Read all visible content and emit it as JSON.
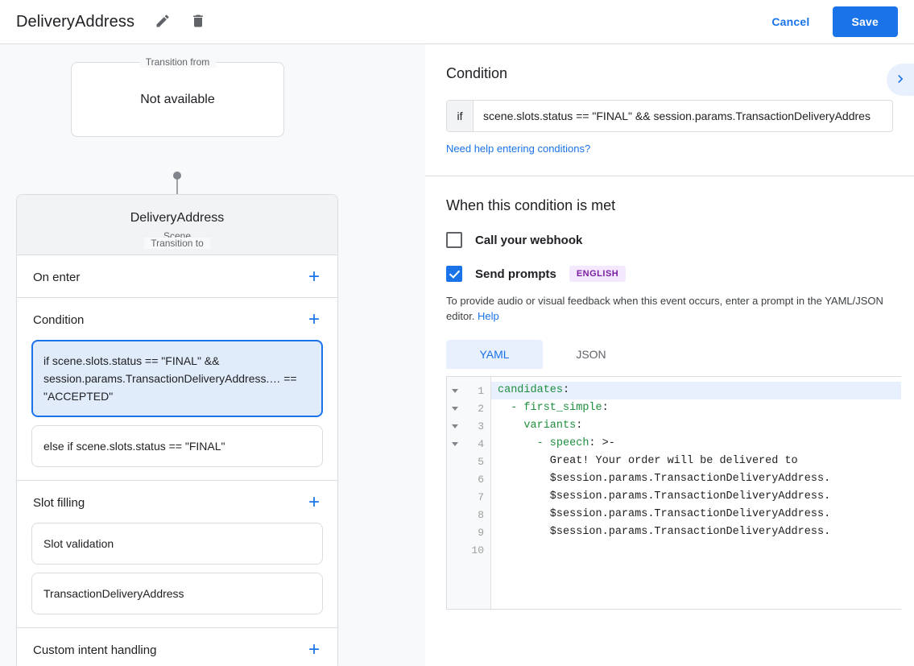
{
  "topbar": {
    "title": "DeliveryAddress",
    "edit_icon": "pencil-icon",
    "delete_icon": "trash-icon",
    "cancel_label": "Cancel",
    "save_label": "Save",
    "accent_color": "#1a73e8"
  },
  "left": {
    "transition_from": {
      "legend": "Transition from",
      "value": "Not available"
    },
    "transition_to": {
      "legend": "Transition to",
      "name": "DeliveryAddress",
      "type": "Scene"
    },
    "sections": [
      {
        "title": "On enter",
        "add_label": "+",
        "items": []
      },
      {
        "title": "Condition",
        "add_label": "+",
        "items": [
          {
            "text": "if scene.slots.status == \"FINAL\" && session.params.TransactionDeliveryAddress.… == \"ACCEPTED\"",
            "selected": true
          },
          {
            "text": "else if scene.slots.status == \"FINAL\"",
            "selected": false
          }
        ]
      },
      {
        "title": "Slot filling",
        "add_label": "+",
        "items": [
          {
            "text": "Slot validation",
            "selected": false
          },
          {
            "text": "TransactionDeliveryAddress",
            "selected": false
          }
        ]
      },
      {
        "title": "Custom intent handling",
        "add_label": "+",
        "items": []
      }
    ]
  },
  "right": {
    "condition": {
      "heading": "Condition",
      "if_label": "if",
      "value": "scene.slots.status == \"FINAL\" && session.params.TransactionDeliveryAddres",
      "help_link": "Need help entering conditions?",
      "expand_icon": "chevron-right-icon"
    },
    "when_met": {
      "heading": "When this condition is met",
      "webhook": {
        "label": "Call your webhook",
        "checked": false
      },
      "send_prompts": {
        "label": "Send prompts",
        "checked": true,
        "badge": "ENGLISH",
        "badge_bg": "#f3e8fd",
        "badge_fg": "#7b1fa2"
      },
      "hint_text": "To provide audio or visual feedback when this event occurs, enter a prompt in the YAML/JSON editor. ",
      "hint_link": "Help"
    },
    "editor": {
      "tabs": [
        {
          "label": "YAML",
          "active": true
        },
        {
          "label": "JSON",
          "active": false
        }
      ],
      "line_numbers": [
        "1",
        "2",
        "3",
        "4",
        "5",
        "6",
        "7",
        "8",
        "9",
        "10"
      ],
      "fold_lines": [
        1,
        2,
        3,
        4
      ],
      "highlight_line": 1,
      "lines": [
        {
          "indent": 0,
          "key": "candidates",
          "suffix": ":",
          "plain": ""
        },
        {
          "indent": 1,
          "key": "- first_simple",
          "suffix": ":",
          "plain": ""
        },
        {
          "indent": 2,
          "key": "variants",
          "suffix": ":",
          "plain": ""
        },
        {
          "indent": 3,
          "key": "- speech",
          "suffix": ": >-",
          "plain": ""
        },
        {
          "indent": 4,
          "key": "",
          "suffix": "",
          "plain": "Great! Your order will be delivered to"
        },
        {
          "indent": 4,
          "key": "",
          "suffix": "",
          "plain": "$session.params.TransactionDeliveryAddress."
        },
        {
          "indent": 4,
          "key": "",
          "suffix": "",
          "plain": "$session.params.TransactionDeliveryAddress."
        },
        {
          "indent": 4,
          "key": "",
          "suffix": "",
          "plain": "$session.params.TransactionDeliveryAddress."
        },
        {
          "indent": 4,
          "key": "",
          "suffix": "",
          "plain": "$session.params.TransactionDeliveryAddress."
        },
        {
          "indent": 0,
          "key": "",
          "suffix": "",
          "plain": ""
        }
      ]
    }
  }
}
